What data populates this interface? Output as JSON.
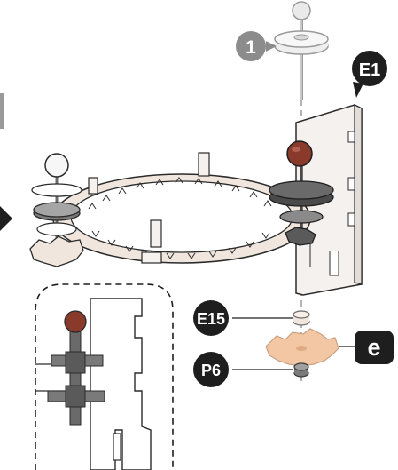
{
  "labels": {
    "step_number": "1",
    "part_e1": "E1",
    "part_e15": "E15",
    "part_p6": "P6",
    "tag_e": "e"
  },
  "colors": {
    "outline": "#2b2b2b",
    "part_fill": "#f4f1ee",
    "gear_fill": "#f0e6de",
    "gear_orange": "#f3c7a3",
    "dark_gray": "#5a5a5a",
    "mid_gray": "#9a9a9a",
    "ball_dark": "#6a6a6a",
    "ball_red": "#8a3a2a",
    "step_badge": "#8c8c8c",
    "label_badge": "#1e1e1e"
  }
}
